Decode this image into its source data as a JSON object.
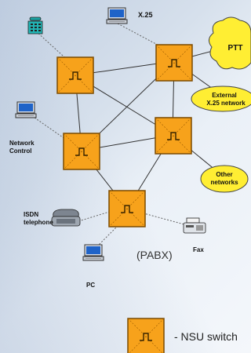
{
  "labels": {
    "x25": "X.25",
    "ptt": "PTT",
    "external_1": "External",
    "external_2": "X.25 network",
    "network_control_1": "Network",
    "network_control_2": "Control",
    "other_1": "Other",
    "other_2": "networks",
    "isdn_1": "ISDN",
    "isdn_2": "telephone",
    "pabx": "(PABX)",
    "fax": "Fax",
    "pc": "PC",
    "legend": "- NSU switch"
  },
  "colors": {
    "switch_fill": "#f7a21b",
    "switch_border": "#7a4a00",
    "cloud_fill": "#ffee33",
    "link": "#333333",
    "dotted_link": "#666666"
  }
}
